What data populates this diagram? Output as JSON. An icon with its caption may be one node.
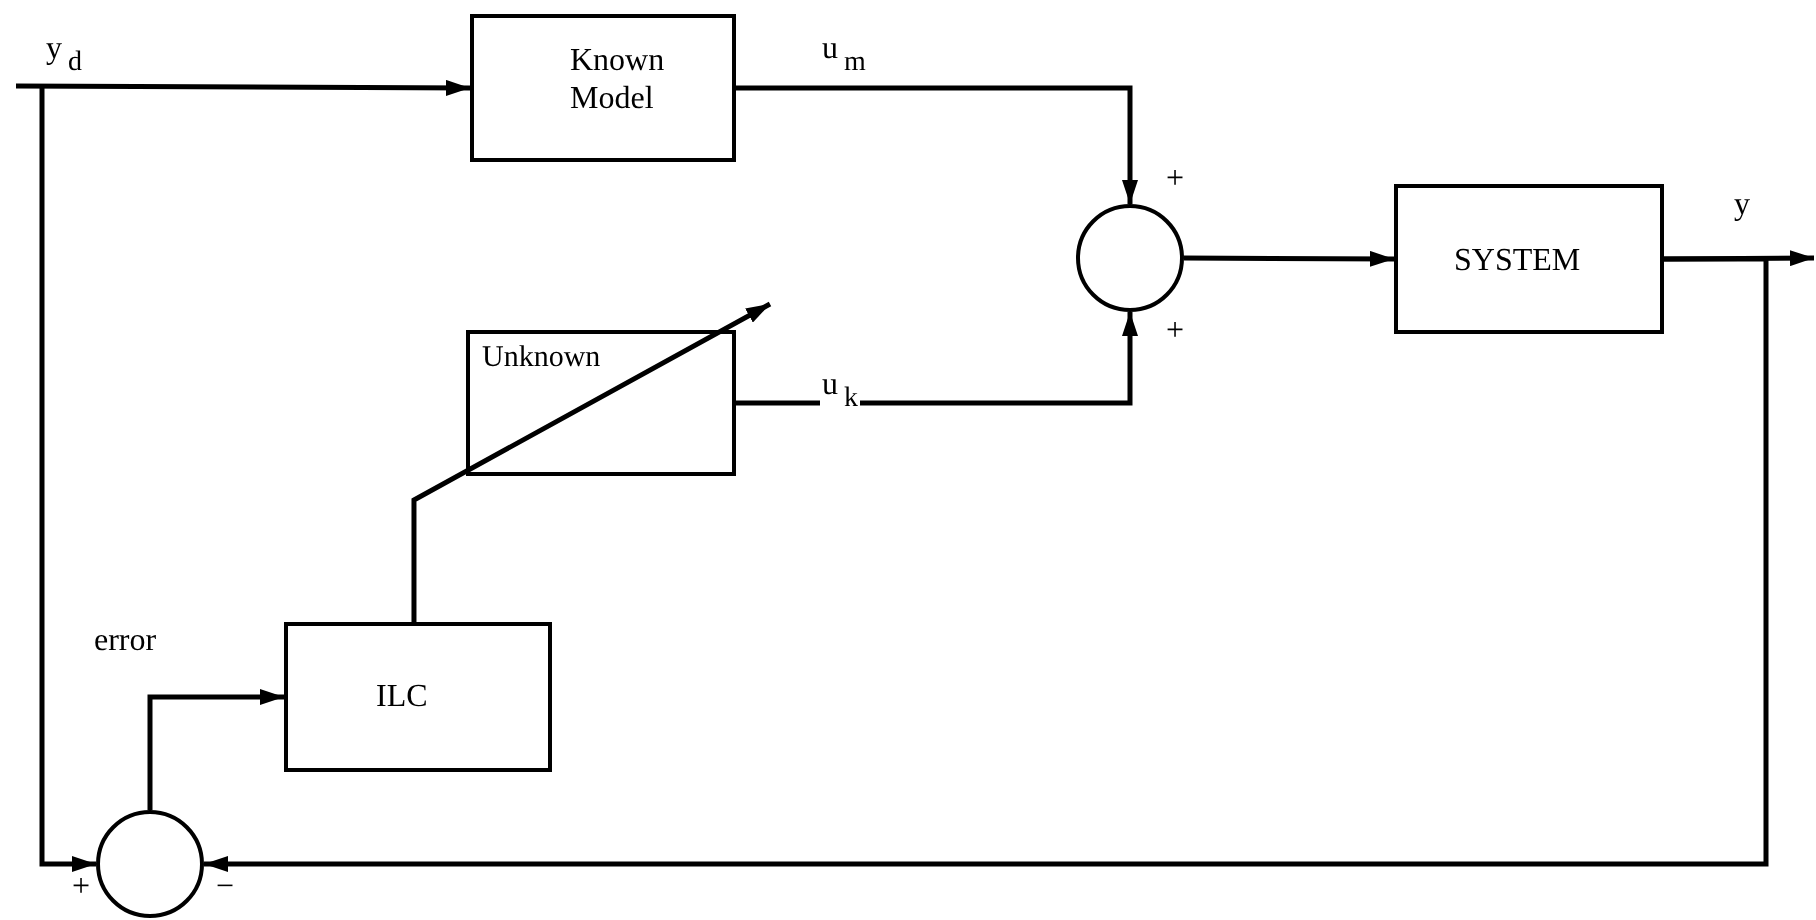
{
  "diagram": {
    "nodes": [
      {
        "text": [
          "Known Model"
        ]
      },
      {
        "text": [],
        "shape": "circle",
        "beside": [
          "+",
          "+"
        ]
      },
      {
        "text": [
          "SYSTEM"
        ]
      },
      {
        "text": [
          "Unknown"
        ]
      },
      {
        "text": [
          "ILC"
        ]
      },
      {
        "text": [],
        "shape": "circle",
        "beside": [
          "+",
          "−"
        ]
      }
    ],
    "edges": [
      {
        "from": null,
        "to": 0,
        "arrow": "to",
        "label": "y$_{d}$"
      },
      {
        "from": null,
        "to": 5,
        "arrow": "to"
      },
      {
        "from": 0,
        "to": 1,
        "arrow": "to",
        "label": "u$_{m}$"
      },
      {
        "from": 3,
        "to": 1,
        "arrow": "to",
        "label": "u$_{k}$"
      },
      {
        "from": 1,
        "to": 2,
        "arrow": "to"
      },
      {
        "from": 2,
        "to": null,
        "arrow": "to",
        "label": "y"
      },
      {
        "from": 2,
        "to": 5,
        "arrow": "to"
      },
      {
        "from": 5,
        "to": 4,
        "arrow": "to",
        "label": "error"
      },
      {
        "from": 4,
        "to": 3,
        "arrow": "to"
      }
    ]
  }
}
